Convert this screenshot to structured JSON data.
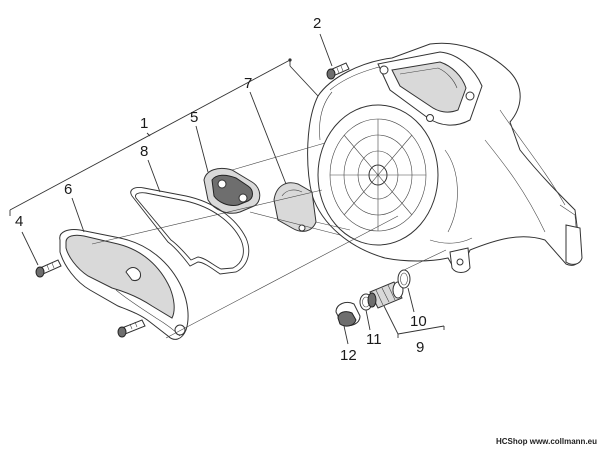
{
  "callouts": [
    {
      "id": "1",
      "label": "1"
    },
    {
      "id": "2",
      "label": "2"
    },
    {
      "id": "4",
      "label": "4"
    },
    {
      "id": "5",
      "label": "5"
    },
    {
      "id": "6",
      "label": "6"
    },
    {
      "id": "7",
      "label": "7"
    },
    {
      "id": "8",
      "label": "8"
    },
    {
      "id": "9",
      "label": "9"
    },
    {
      "id": "10",
      "label": "10"
    },
    {
      "id": "11",
      "label": "11"
    },
    {
      "id": "12",
      "label": "12"
    }
  ],
  "watermark": {
    "text": "HCShop www.collmann.eu"
  }
}
